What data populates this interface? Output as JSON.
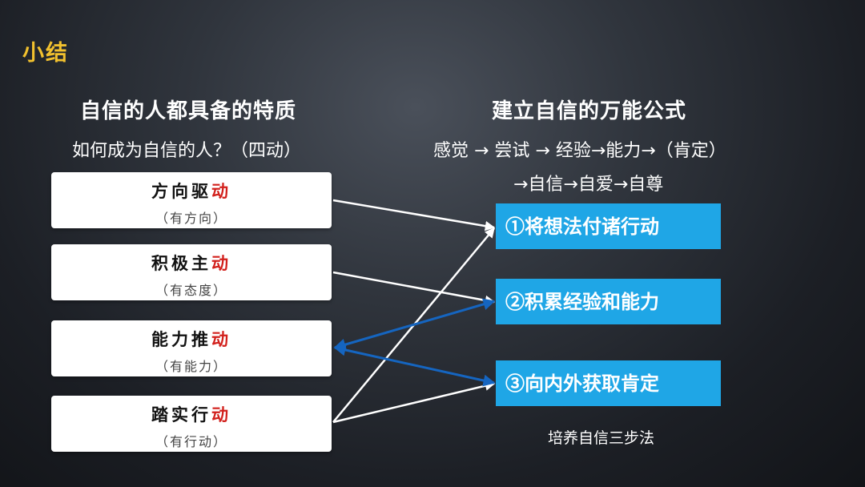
{
  "slide": {
    "title": "小结"
  },
  "left": {
    "heading": "自信的人都具备的特质",
    "subheading": "如何成为自信的人？（四动）",
    "cards": [
      {
        "main": "方向驱",
        "accent": "动",
        "sub": "（有方向）"
      },
      {
        "main": "积极主",
        "accent": "动",
        "sub": "（有态度）"
      },
      {
        "main": "能力推",
        "accent": "动",
        "sub": "（有能力）"
      },
      {
        "main": "踏实行",
        "accent": "动",
        "sub": "（有行动）"
      }
    ]
  },
  "right": {
    "heading": "建立自信的万能公式",
    "formula_line1": "感觉 → 尝试 → 经验→能力→（肯定）",
    "formula_line2": "→自信→自爱→自尊",
    "steps": [
      "①将想法付诸行动",
      "②积累经验和能力",
      "③向内外获取肯定"
    ],
    "footnote": "培养自信三步法"
  },
  "colors": {
    "title": "#f2c12e",
    "accent": "#d2201c",
    "step_bg": "#1fa6e6",
    "arrow_white": "#ffffff",
    "arrow_blue": "#1565c0"
  }
}
